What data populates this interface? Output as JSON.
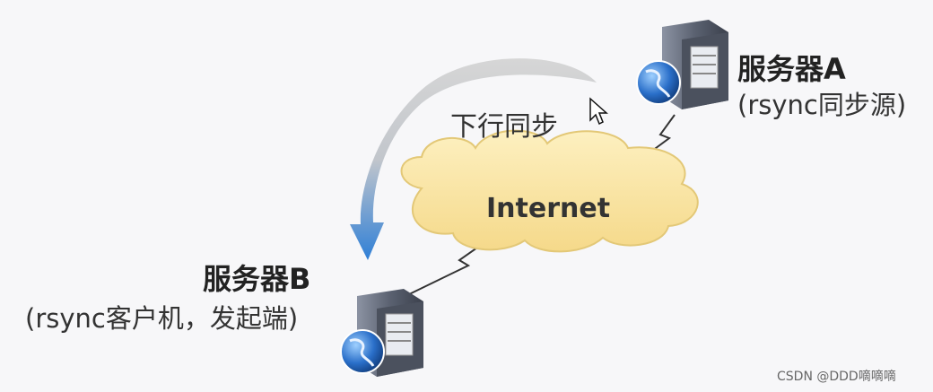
{
  "diagram": {
    "server_a": {
      "name": "服务器A",
      "role": "(rsync同步源)"
    },
    "server_b": {
      "name": "服务器B",
      "role": "(rsync客户机，发起端)"
    },
    "sync_direction": "下行同步",
    "network": "Internet"
  },
  "watermark": "CSDN @DDD嘀嘀嘀",
  "colors": {
    "cloud_fill": "#fbe7a4",
    "cloud_stroke": "#e0c56e",
    "arrow_blue": "#3a86d8",
    "arrow_gray": "#c9c9c9",
    "server_body": "#5d6474",
    "globe_blue": "#2a6fc9"
  }
}
